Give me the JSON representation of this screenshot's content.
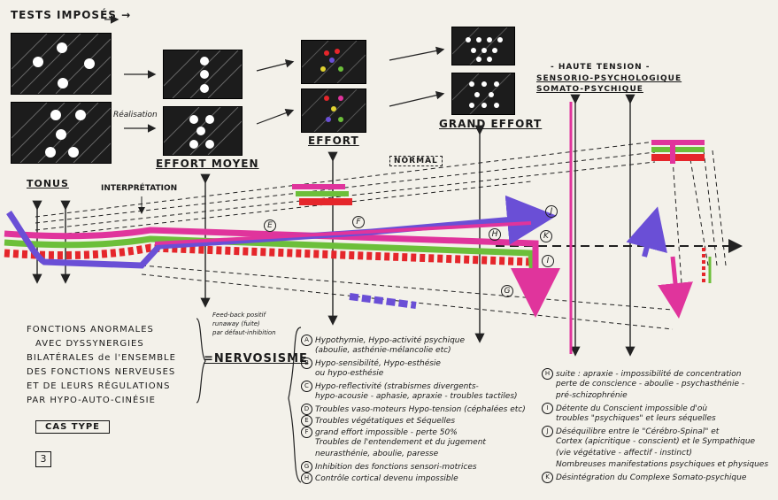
{
  "title": "TESTS IMPOSÉS →",
  "labels": {
    "realisation": "Réalisation",
    "effort_moyen": "EFFORT MOYEN",
    "effort": "EFFORT",
    "grand_effort": "GRAND EFFORT",
    "normal": "NORMAL",
    "tonus": "TONUS",
    "interpretation": "INTERPRÉTATION",
    "feedback": [
      "Feed-back positif",
      "runaway (fuite)",
      "par défaut-inhibition"
    ],
    "nervosisme": "=NERVOSISME",
    "haute_tension": [
      "- HAUTE TENSION -",
      "SENSORIO-PSYCHOLOGIQUE",
      "SOMATO-PSYCHIQUE"
    ]
  },
  "stream_letters": [
    "E",
    "F",
    "H",
    "J",
    "K",
    "I",
    "G"
  ],
  "fonctions": [
    "FONCTIONS ANORMALES",
    "AVEC DYSSYNERGIES",
    "BILATÉRALES de l'ENSEMBLE",
    "DES FONCTIONS NERVEUSES",
    "ET DE LEURS RÉGULATIONS",
    "PAR HYPO-AUTO-CINÉSIE"
  ],
  "cas_type": "CAS TYPE",
  "case_number": "3",
  "legend_left": [
    {
      "letter": "A",
      "text": "Hypothymie, Hypo-activité psychique"
    },
    {
      "letter": "",
      "text": "(aboulie, asthénie-mélancolie etc)"
    },
    {
      "letter": "B",
      "text": "Hypo-sensibilité, Hypo-esthésie"
    },
    {
      "letter": "",
      "text": "ou hypo-esthésie"
    },
    {
      "letter": "C",
      "text": "Hypo-reflectivité (strabismes divergents-"
    },
    {
      "letter": "",
      "text": "hypo-acousie - aphasie, apraxie - troubles tactiles)"
    },
    {
      "letter": "D",
      "text": "Troubles vaso-moteurs Hypo-tension (céphalées etc)"
    },
    {
      "letter": "E",
      "text": "Troubles végétatiques et Séquelles"
    },
    {
      "letter": "F",
      "text": "grand effort impossible - perte 50%"
    },
    {
      "letter": "",
      "text": "Troubles de l'entendement et du jugement"
    },
    {
      "letter": "",
      "text": "neurasthénie, aboulie, paresse"
    },
    {
      "letter": "G",
      "text": "Inhibition des fonctions sensori-motrices"
    },
    {
      "letter": "H",
      "text": "Contrôle cortical devenu impossible"
    }
  ],
  "legend_right": [
    {
      "letter": "H",
      "text": "suite : apraxie - impossibilité de concentration"
    },
    {
      "letter": "",
      "text": "perte de conscience - aboulie - psychasthénie -"
    },
    {
      "letter": "",
      "text": "pré-schizophrénie"
    },
    {
      "letter": "I",
      "text": "Détente du Conscient impossible d'où"
    },
    {
      "letter": "",
      "text": "troubles \"psychiques\" et leurs séquelles"
    },
    {
      "letter": "J",
      "text": "Déséquilibre entre le \"Cérébro-Spinal\" et"
    },
    {
      "letter": "",
      "text": "Cortex (apicritique - conscient) et le Sympathique"
    },
    {
      "letter": "",
      "text": "(vie végétative - affectif - instinct)"
    },
    {
      "letter": "",
      "text": "Nombreuses manifestations psychiques et physiques"
    },
    {
      "letter": "K",
      "text": "Désintégration du Complexe Somato-psychique"
    }
  ],
  "colors": {
    "purple": "#6a4fd6",
    "magenta": "#e0349c",
    "green": "#6cbf3a",
    "red": "#e5262b",
    "dash": "#222222"
  }
}
